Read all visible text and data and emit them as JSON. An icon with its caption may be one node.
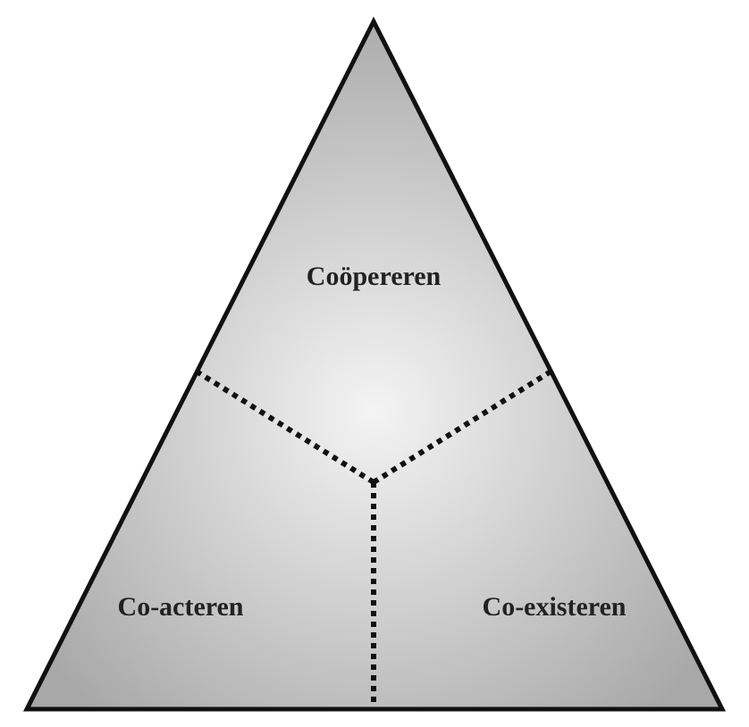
{
  "diagram": {
    "nodes": [
      {
        "text": [
          "Coöpereren"
        ]
      },
      {
        "text": [
          "Co-acteren"
        ]
      },
      {
        "text": [
          "Co-existeren"
        ]
      }
    ],
    "edges": []
  }
}
